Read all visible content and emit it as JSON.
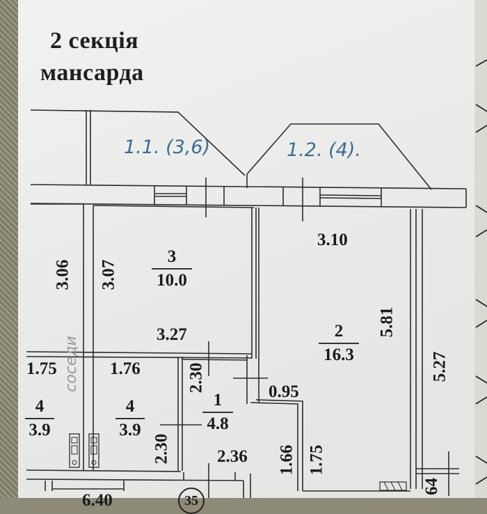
{
  "header": {
    "title_line1": "2 секція",
    "title_line2": "мансарда"
  },
  "annotations": {
    "balcony_1": "1.1. (3,6)",
    "balcony_2": "1.2. (4).",
    "neighbors_note": "соседи"
  },
  "rooms": [
    {
      "id": "room-3",
      "number": "3",
      "area": "10.0"
    },
    {
      "id": "room-2",
      "number": "2",
      "area": "16.3"
    },
    {
      "id": "room-1",
      "number": "1",
      "area": "4.8"
    },
    {
      "id": "room-4a",
      "number": "4",
      "area": "3.9"
    },
    {
      "id": "room-4b",
      "number": "4",
      "area": "3.9"
    }
  ],
  "dimensions": {
    "d_3_06": "3.06",
    "d_3_07": "3.07",
    "d_3_27": "3.27",
    "d_3_10": "3.10",
    "d_5_81": "5.81",
    "d_5_27": "5.27",
    "d_1_75_left": "1.75",
    "d_1_76": "1.76",
    "d_2_30_upper": "2.30",
    "d_2_30_lower": "2.30",
    "d_0_95": "0.95",
    "d_2_36": "2.36",
    "d_1_66": "1.66",
    "d_1_75_right": "1.75",
    "d_64": "64",
    "d_6_40": "6.40"
  },
  "markers": {
    "circle_number": "35"
  },
  "colors": {
    "ink": "#1b1b1b",
    "handwriting": "#3a6d95",
    "pencil": "#9a9a9a",
    "paper": "#eeefed"
  }
}
